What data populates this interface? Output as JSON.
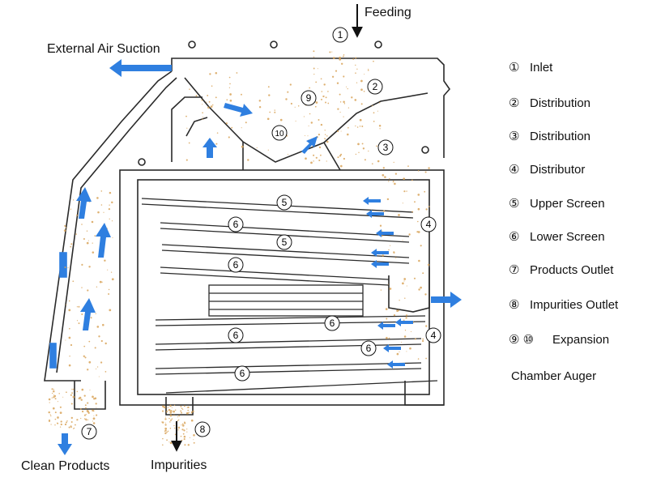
{
  "labels": {
    "feeding": "Feeding",
    "external_air_suction": "External Air Suction",
    "clean_products": "Clean Products",
    "impurities": "Impurities"
  },
  "legend": [
    {
      "num": "①",
      "text": "Inlet"
    },
    {
      "num": "②",
      "text": "Distribution"
    },
    {
      "num": "③",
      "text": "Distribution"
    },
    {
      "num": "④",
      "text": "Distributor"
    },
    {
      "num": "⑤",
      "text": "Upper Screen"
    },
    {
      "num": "⑥",
      "text": "Lower Screen"
    },
    {
      "num": "⑦",
      "text": "Products Outlet"
    },
    {
      "num": "⑧",
      "text": "Impurities Outlet"
    },
    {
      "num": "⑨ ⑩",
      "text": "Expansion"
    },
    {
      "num": "",
      "text": "Chamber Auger"
    }
  ],
  "markers": {
    "m1": "1",
    "m2": "2",
    "m3": "3",
    "m4a": "4",
    "m4b": "4",
    "m5a": "5",
    "m5b": "5",
    "m6a": "6",
    "m6b": "6",
    "m6c": "6",
    "m6d": "6",
    "m6e": "6",
    "m6f": "6",
    "m7": "7",
    "m8": "8",
    "m9": "9",
    "m10": "10"
  },
  "colors": {
    "line": "#2a2a2a",
    "air_arrow": "#2f7fe0",
    "grain": "#d9a45a"
  }
}
